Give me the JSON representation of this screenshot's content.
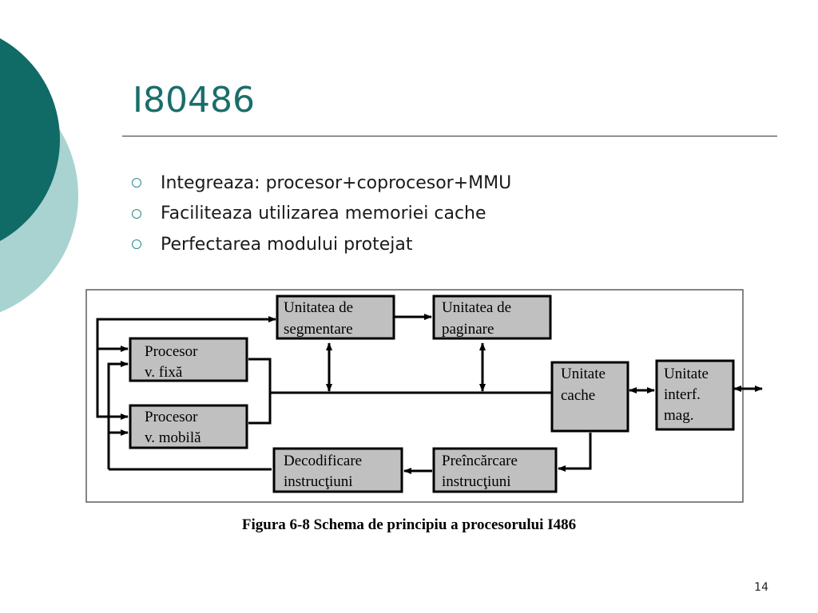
{
  "slide": {
    "title": "I80486",
    "bullets": [
      "Integreaza: procesor+coprocesor+MMU",
      "Faciliteaza utilizarea memoriei cache",
      "Perfectarea modului protejat"
    ],
    "caption": "Figura 6-8 Schema de principiu a procesorului I486",
    "page_number": "14"
  },
  "diagram": {
    "blocks": {
      "segmentare": [
        "Unitatea de",
        "segmentare"
      ],
      "paginare": [
        "Unitatea de",
        "paginare"
      ],
      "proc_fixa": [
        "Procesor",
        "v. fixă"
      ],
      "proc_mobila": [
        "Procesor",
        "v. mobilă"
      ],
      "cache": [
        "Unitate",
        "cache"
      ],
      "interf": [
        "Unitate",
        "interf.",
        "mag."
      ],
      "decodificare": [
        "Decodificare",
        "instrucţiuni"
      ],
      "preincarcare": [
        "Preîncărcare",
        "instrucţiuni"
      ]
    }
  },
  "colors": {
    "accent": "#1a6e6a",
    "deco_dark": "#106a66",
    "deco_light": "#a8d3d1",
    "block_fill": "#c0c0c0"
  }
}
